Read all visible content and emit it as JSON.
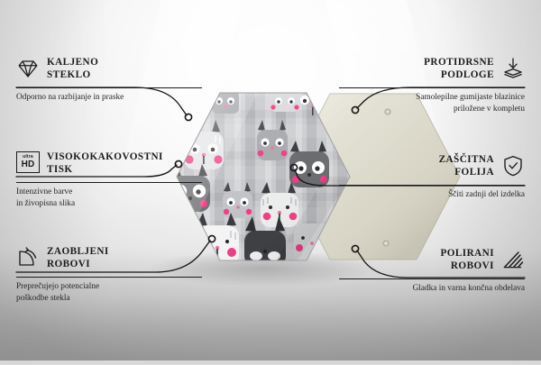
{
  "product": {
    "shape": "hexagon",
    "front_panel": {
      "name": "cat-pattern-hexagon",
      "pattern": "grey and white cartoon cats with pink cheeks on striped grey background",
      "colors": {
        "cat_dark": "#55565a",
        "cat_mid": "#9b9ca0",
        "cat_light": "#d9dadc",
        "cat_white": "#f4f4f5",
        "cheek_pink": "#ef3d86",
        "nose_pink": "#f06da4",
        "eye_white": "#ffffff",
        "eye_black": "#2b2b2e",
        "bg_stripe_a": "#c9cacd",
        "bg_stripe_b": "#a9aaae"
      }
    },
    "back_panel": {
      "name": "beige-hexagon-back",
      "color": "#dcdacb",
      "edge": "#c2c0b0",
      "holes": 4
    }
  },
  "background": {
    "top_color": "#f2f2f2",
    "bottom_color": "#b4b4b4"
  },
  "connector": {
    "line_color": "#141414",
    "dot_radius": 4
  },
  "features": [
    {
      "id": "tempered-glass",
      "side": "left",
      "icon": "diamond-icon",
      "title": "KALJENO\nSTEKLO",
      "title_line1": "KALJENO",
      "title_line2": "STEKLO",
      "description": "Odporno na razbijanje in praske"
    },
    {
      "id": "high-quality-print",
      "side": "left",
      "icon": "ultra-hd-icon",
      "icon_label_top": "ultra",
      "icon_label_bottom": "HD",
      "title_line1": "VISOKOKAKOVOSTNI",
      "title_line2": "TISK",
      "description": "Intenzivne barve\nin živopisna slika",
      "description_line1": "Intenzivne barve",
      "description_line2": "in živopisna slika"
    },
    {
      "id": "rounded-edges",
      "side": "left",
      "icon": "rounded-corner-icon",
      "title_line1": "ZAOBLJENI",
      "title_line2": "ROBOVI",
      "description_line1": "Preprečujejo potencialne",
      "description_line2": "poškodbe stekla"
    },
    {
      "id": "anti-slip-pads",
      "side": "right",
      "icon": "press-pad-icon",
      "title_line1": "PROTIDRSNE",
      "title_line2": "PODLOGE",
      "description_line1": "Samolepilne gumijaste blazinice",
      "description_line2": "priložene v kompletu"
    },
    {
      "id": "protective-foil",
      "side": "right",
      "icon": "shield-check-icon",
      "title_line1": "ZAŠČITNA",
      "title_line2": "FOLIJA",
      "description_line1": "Ščiti zadnji del izdelka",
      "description_line2": ""
    },
    {
      "id": "polished-edges",
      "side": "right",
      "icon": "diagonal-stripes-icon",
      "title_line1": "POLIRANI",
      "title_line2": "ROBOVI",
      "description_line1": "Gladka in varna končna obdelava",
      "description_line2": ""
    }
  ]
}
